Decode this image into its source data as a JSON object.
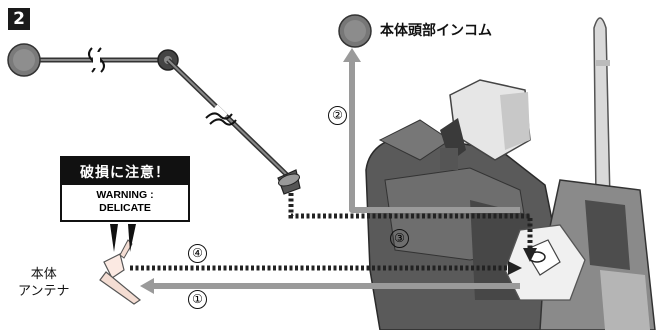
{
  "step_number": "2",
  "head_intercom_label": "本体頭部インコム",
  "warning": {
    "title": "破損に注意！",
    "line1": "WARNING :",
    "line2": "DELICATE"
  },
  "antenna_label": {
    "line1": "本体",
    "line2": "アンテナ"
  },
  "step_numbers": {
    "one": "①",
    "two": "②",
    "three": "③",
    "four": "④"
  }
}
